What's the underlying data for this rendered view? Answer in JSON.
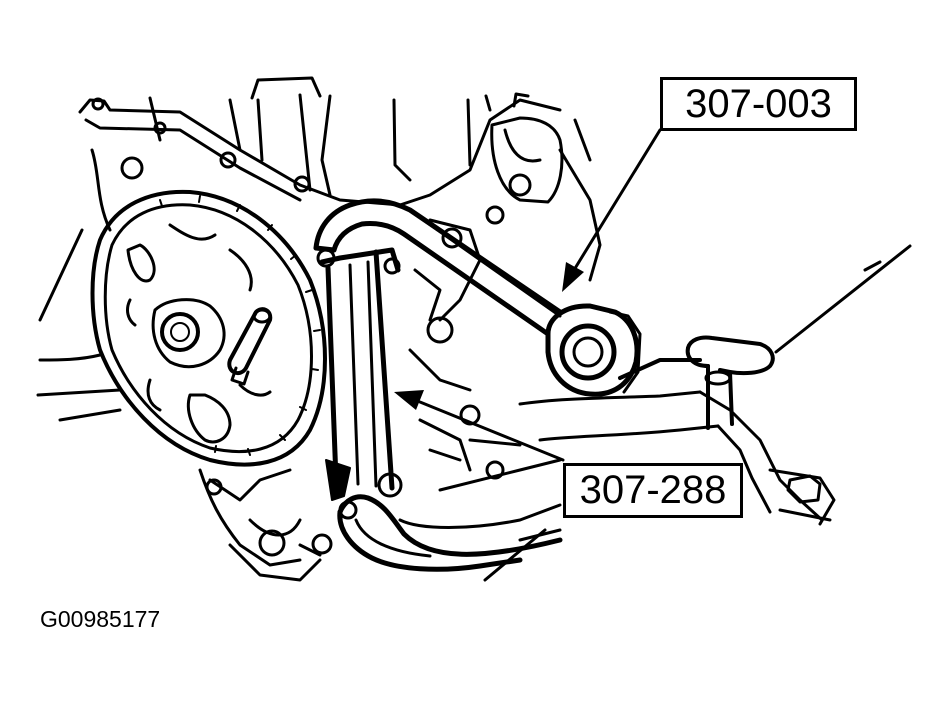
{
  "callouts": {
    "tool_upper": "307-003",
    "tool_lower": "307-288"
  },
  "figure": {
    "id": "G00985177"
  },
  "colors": {
    "ink": "#000000",
    "paper": "#ffffff"
  }
}
